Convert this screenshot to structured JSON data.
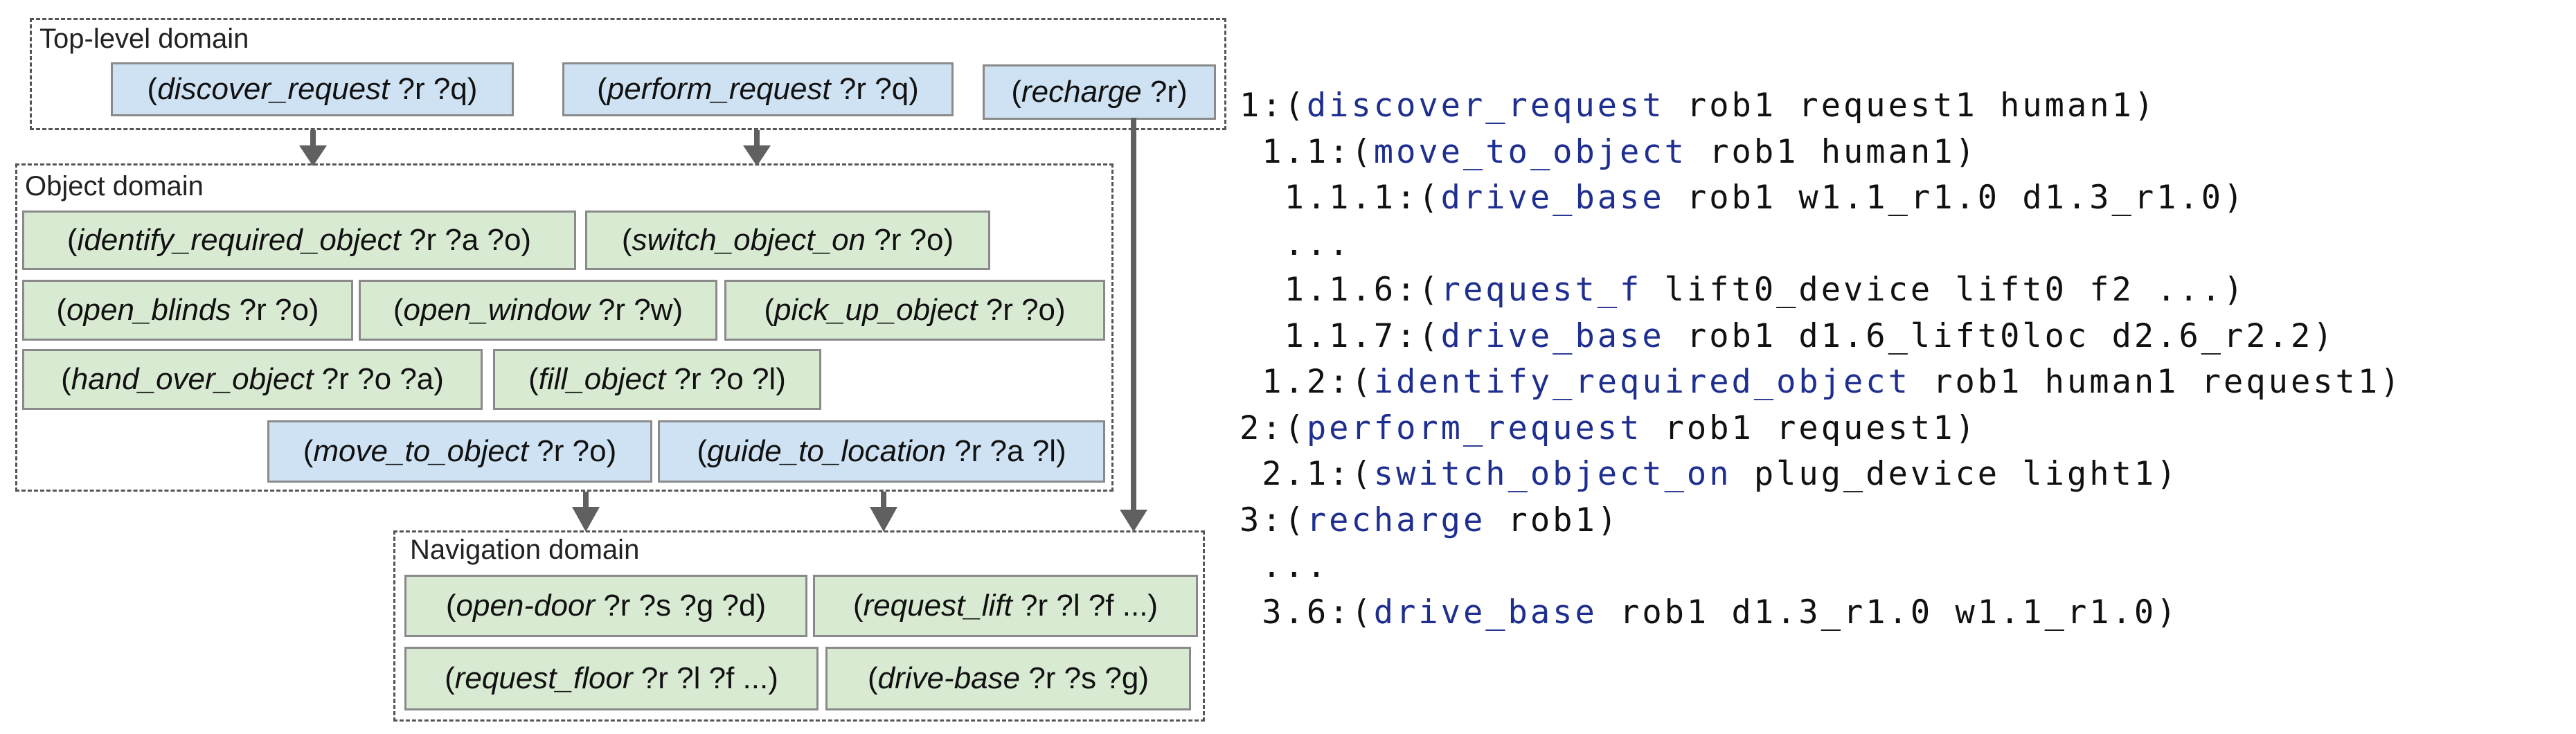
{
  "colors": {
    "task_blue": "#cfe2f3",
    "task_green": "#d9ead3",
    "trace_function": "#1f2f8f",
    "arrow": "#606060"
  },
  "regions": {
    "top_level": {
      "title": "Top-level domain",
      "tasks": [
        {
          "name": "discover_request",
          "params": " ?r ?q)"
        },
        {
          "name": "perform_request",
          "params": " ?r ?q)"
        },
        {
          "name": "recharge",
          "params": " ?r)"
        }
      ]
    },
    "object": {
      "title": "Object domain",
      "tasks": [
        {
          "name": "identify_required_object",
          "params": " ?r ?a ?o)"
        },
        {
          "name": "switch_object_on",
          "params": " ?r ?o)"
        },
        {
          "name": "open_blinds",
          "params": " ?r ?o)"
        },
        {
          "name": "open_window",
          "params": " ?r ?w)"
        },
        {
          "name": "pick_up_object",
          "params": " ?r ?o)"
        },
        {
          "name": "hand_over_object",
          "params": " ?r ?o ?a)"
        },
        {
          "name": "fill_object",
          "params": " ?r ?o ?l)"
        },
        {
          "name": "move_to_object",
          "params": " ?r ?o)"
        },
        {
          "name": "guide_to_location",
          "params": " ?r ?a ?l)"
        }
      ]
    },
    "navigation": {
      "title": "Navigation domain",
      "tasks": [
        {
          "name": "open-door",
          "params": " ?r ?s ?g ?d)"
        },
        {
          "name": "request_lift",
          "params": " ?r ?l ?f ...)"
        },
        {
          "name": "request_floor",
          "params": " ?r ?l ?f ...)"
        },
        {
          "name": "drive-base",
          "params": " ?r ?s ?g)"
        }
      ]
    }
  },
  "trace": [
    {
      "prefix": "1:(",
      "fn": "discover_request",
      "args": " rob1 request1 human1)"
    },
    {
      "prefix": " 1.1:(",
      "fn": "move_to_object",
      "args": " rob1 human1)"
    },
    {
      "prefix": "  1.1.1:(",
      "fn": "drive_base",
      "args": " rob1 w1.1_r1.0 d1.3_r1.0)"
    },
    {
      "prefix": "  ...",
      "fn": "",
      "args": ""
    },
    {
      "prefix": "  1.1.6:(",
      "fn": "request_f",
      "args": " lift0_device lift0 f2 ...)"
    },
    {
      "prefix": "  1.1.7:(",
      "fn": "drive_base",
      "args": " rob1 d1.6_lift0loc d2.6_r2.2)"
    },
    {
      "prefix": " 1.2:(",
      "fn": "identify_required_object",
      "args": " rob1 human1 request1)"
    },
    {
      "prefix": "2:(",
      "fn": "perform_request",
      "args": " rob1 request1)"
    },
    {
      "prefix": " 2.1:(",
      "fn": "switch_object_on",
      "args": " plug_device light1)"
    },
    {
      "prefix": "3:(",
      "fn": "recharge",
      "args": " rob1)"
    },
    {
      "prefix": " ...",
      "fn": "",
      "args": ""
    },
    {
      "prefix": " 3.6:(",
      "fn": "drive_base",
      "args": " rob1 d1.3_r1.0 w1.1_r1.0)"
    }
  ]
}
